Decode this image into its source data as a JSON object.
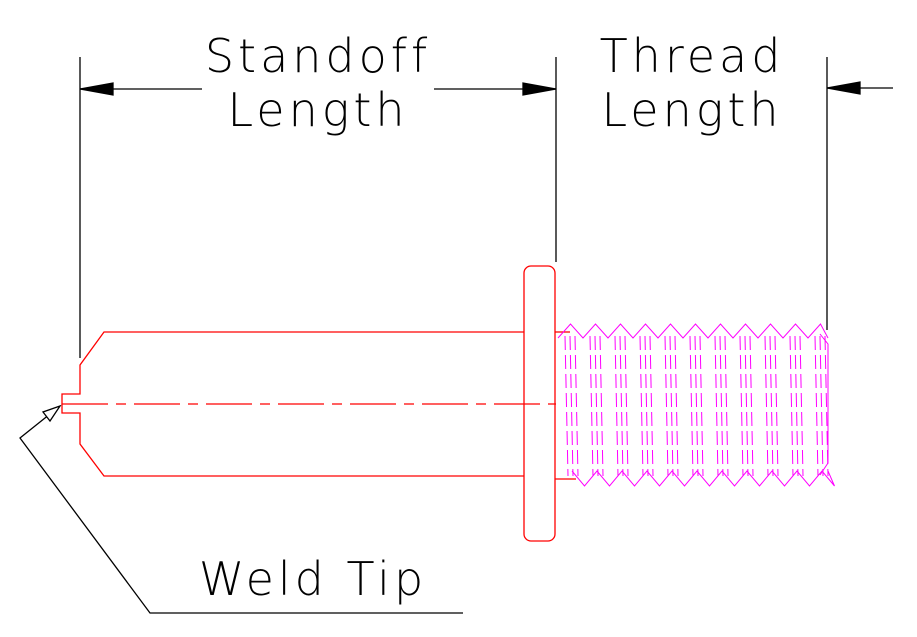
{
  "labels": {
    "standoff_line1": "Standoff",
    "standoff_line2": "Length",
    "thread_line1": "Thread",
    "thread_line2": "Length",
    "weld_tip": "Weld Tip"
  },
  "colors": {
    "dimension": "#000000",
    "stud_outline": "#ff0000",
    "thread": "#ff00ff",
    "background": "#ffffff"
  }
}
